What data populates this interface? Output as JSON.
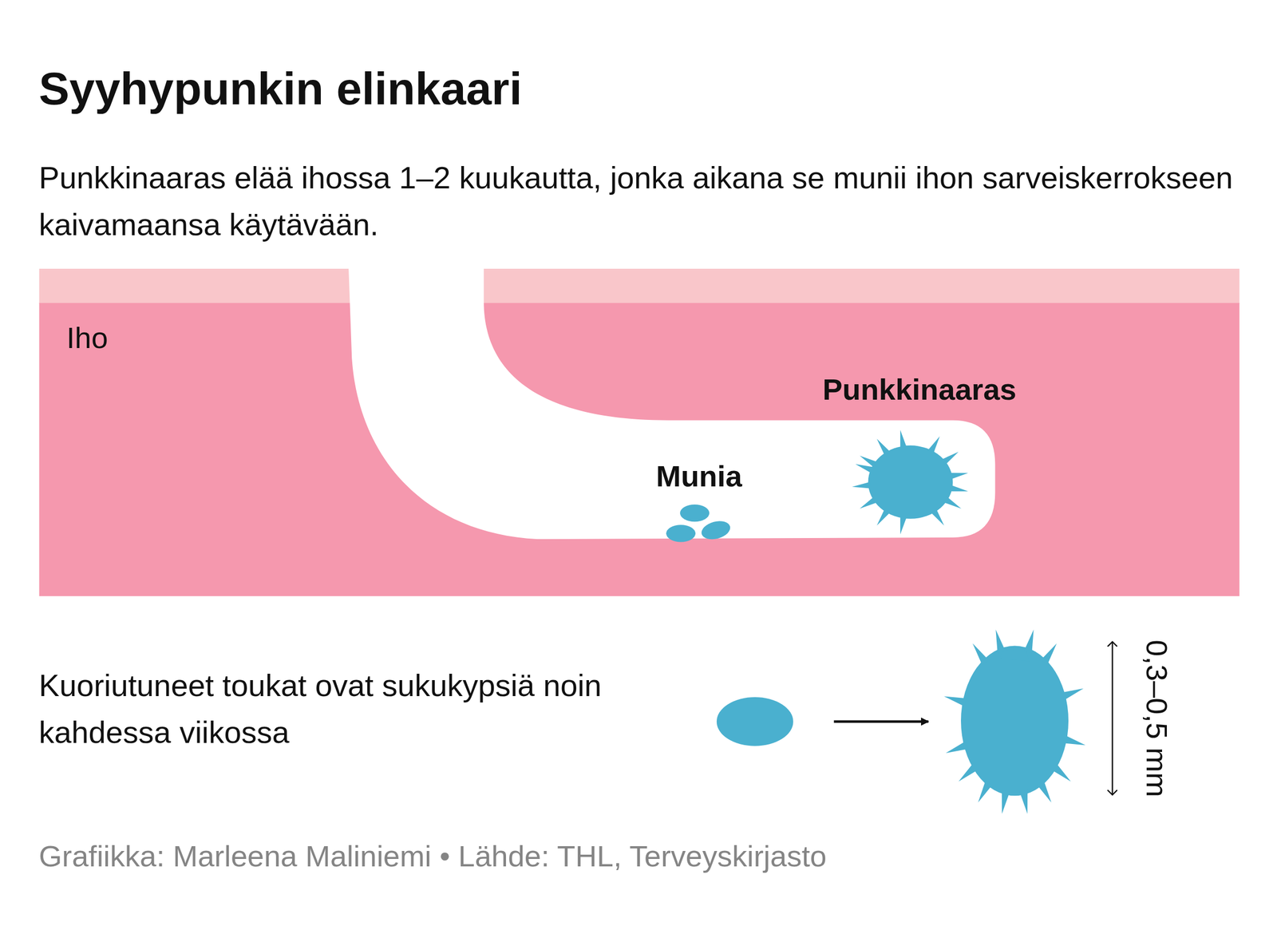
{
  "diagram": {
    "title": "Syyhypunkin elinkaari",
    "caption": "Grafiikka: Marleena Maliniemi • Lähde: THL, Terveyskirjasto",
    "nodes": [
      {
        "text": [
          "Iho"
        ]
      }
    ],
    "labels": [
      "Punkkinaaras elää ihossa 1–2 kuukautta, jonka aikana se munii ihon sarveiskerrokseen kaivamaansa käytävään.",
      "Punkkinaaras",
      "Munia",
      "Kuoriutuneet toukat ovat sukukypsiä noin kahdessa viikossa",
      "0,3–0,5 mm"
    ]
  }
}
